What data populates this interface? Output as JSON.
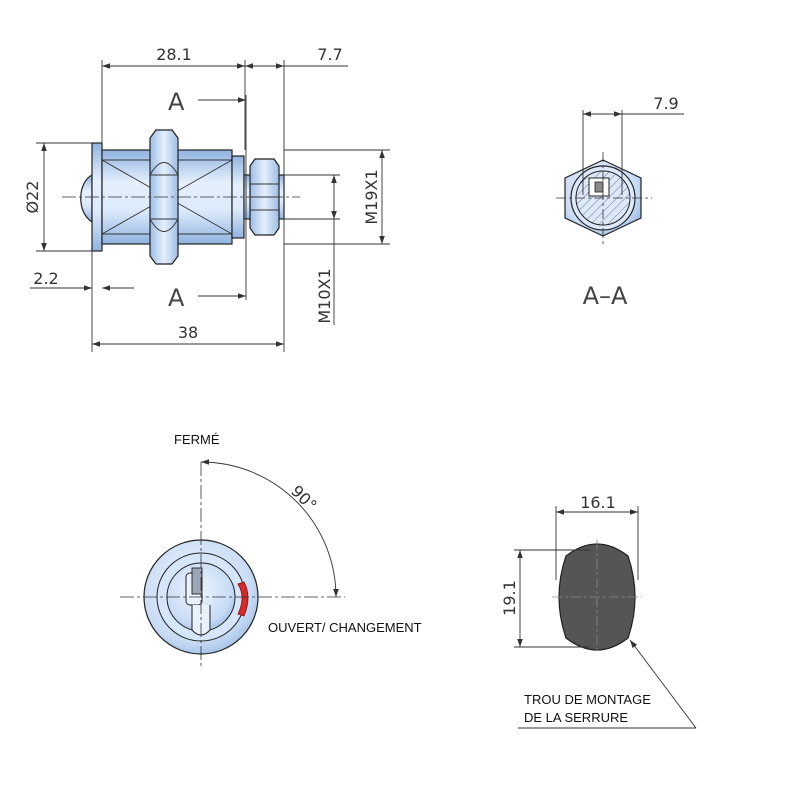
{
  "dimensions": {
    "body_length": "28.1",
    "nut_length": "7.7",
    "flange_diameter": "Ø22",
    "flange_thickness": "2.2",
    "total_length": "38",
    "thread_main": "M19X1",
    "thread_small": "M10X1",
    "section_width": "7.9",
    "hole_width": "16.1",
    "hole_height": "19.1"
  },
  "labels": {
    "section_marker_top": "A",
    "section_marker_bottom": "A",
    "section_title": "A–A",
    "closed": "FERMÉ",
    "angle": "90°",
    "open": "OUVERT/ CHANGEMENT",
    "hole_line1": "TROU DE MONTAGE",
    "hole_line2": "DE LA SERRURE"
  },
  "colors": {
    "metal_light": "#dbe9fb",
    "metal_mid": "#b8d2f2",
    "metal_dark": "#8fb3e0",
    "cutout": "#555555",
    "indicator": "#d42a2a",
    "hatch_fill": "#c9d7e8"
  }
}
